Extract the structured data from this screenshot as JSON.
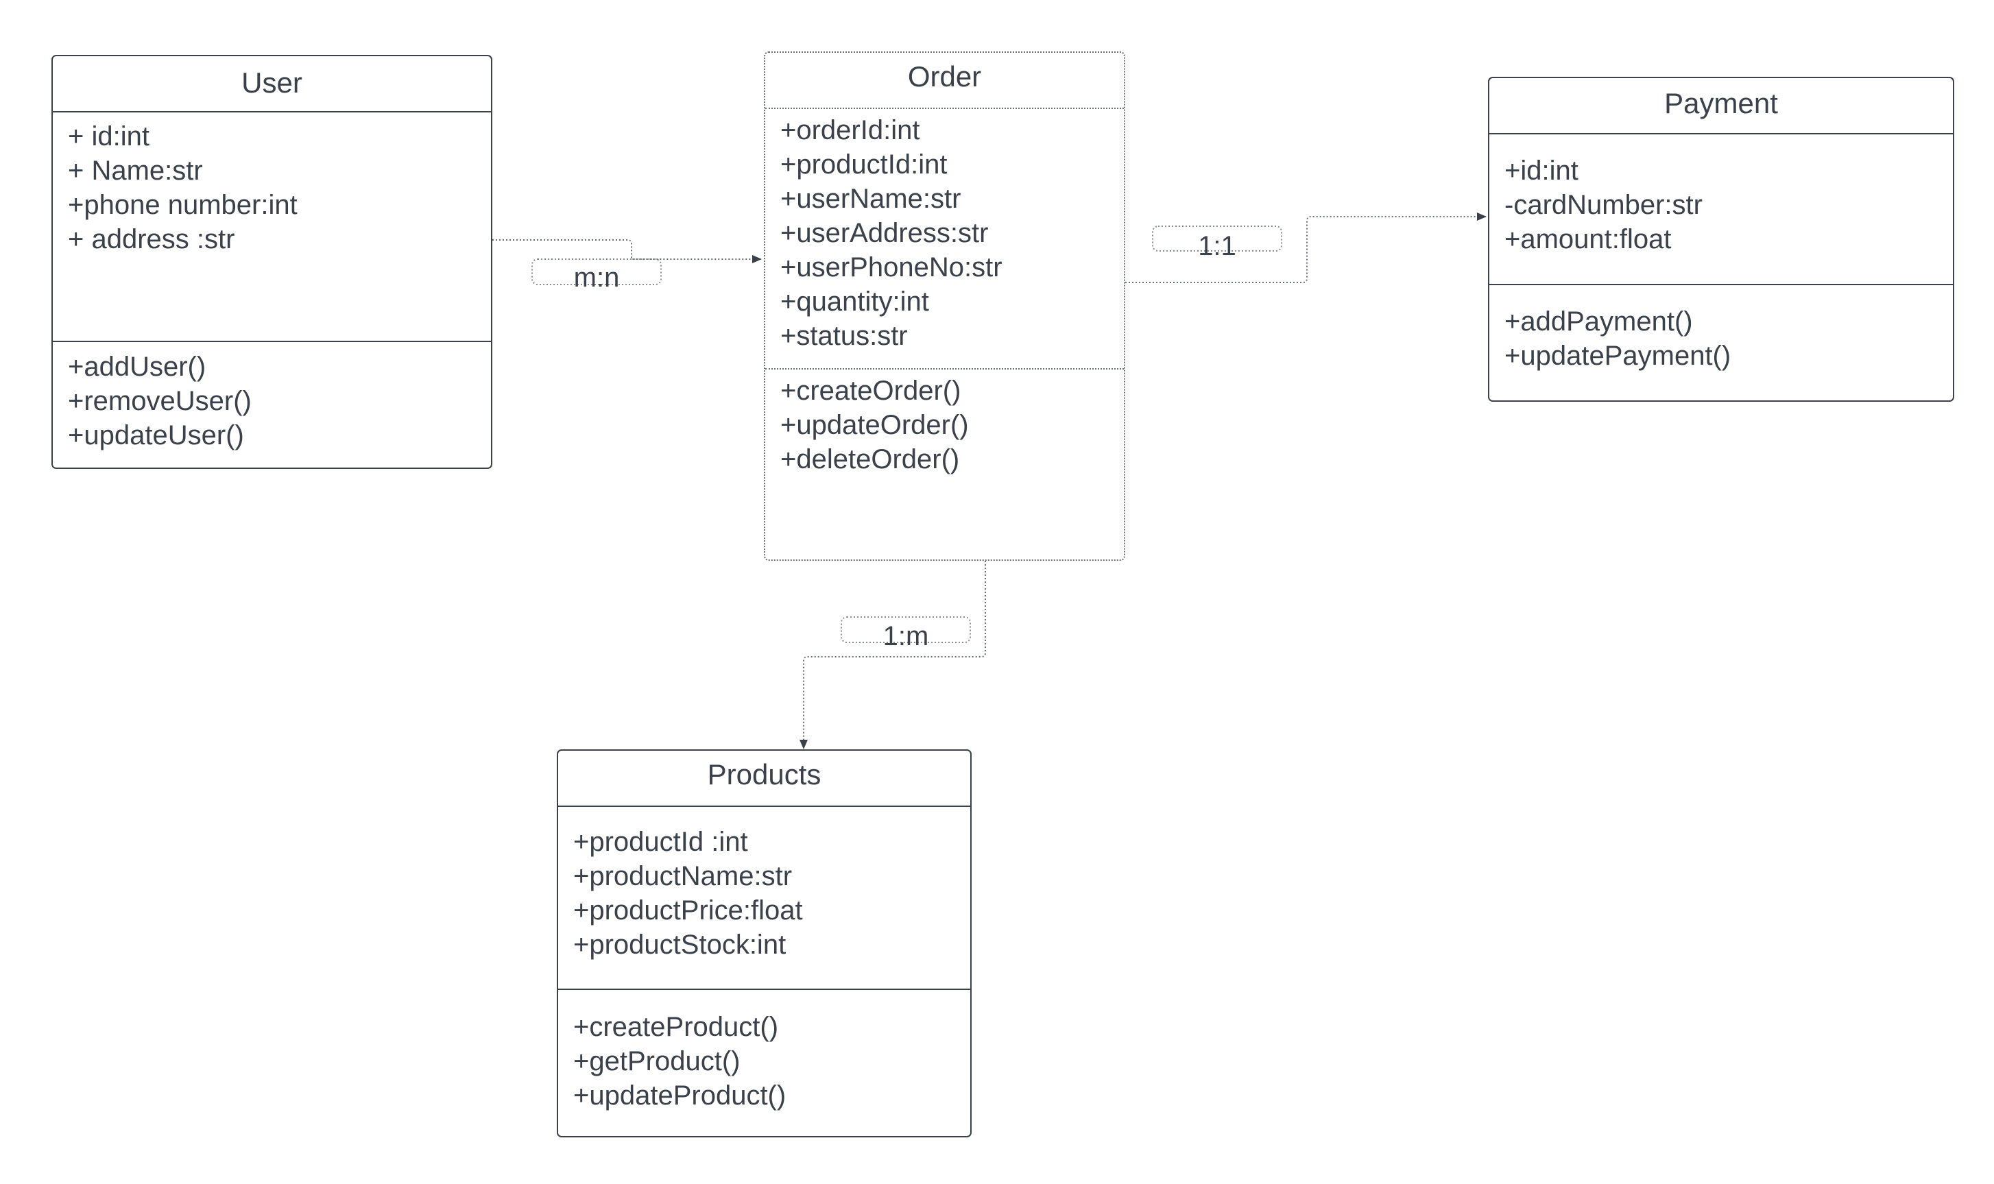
{
  "classes": {
    "user": {
      "name": "User",
      "attributes": [
        "+ id:int",
        "+ Name:str",
        "+phone number:int",
        "+ address :str"
      ],
      "methods": [
        "+addUser()",
        "+removeUser()",
        "+updateUser()"
      ]
    },
    "order": {
      "name": "Order",
      "attributes": [
        "+orderId:int",
        "+productId:int",
        "+userName:str",
        "+userAddress:str",
        "+userPhoneNo:str",
        "+quantity:int",
        "+status:str"
      ],
      "methods": [
        "+createOrder()",
        "+updateOrder()",
        "+deleteOrder()"
      ]
    },
    "payment": {
      "name": "Payment",
      "attributes": [
        "+id:int",
        "-cardNumber:str",
        "+amount:float"
      ],
      "methods": [
        "+addPayment()",
        "+updatePayment()"
      ]
    },
    "products": {
      "name": "Products",
      "attributes": [
        "+productId :int",
        "+productName:str",
        "+productPrice:float",
        "+productStock:int"
      ],
      "methods": [
        "+createProduct()",
        "+getProduct()",
        "+updateProduct()"
      ]
    }
  },
  "relations": {
    "user_order": "m:n",
    "order_payment": "1:1",
    "order_products": "1:m"
  }
}
